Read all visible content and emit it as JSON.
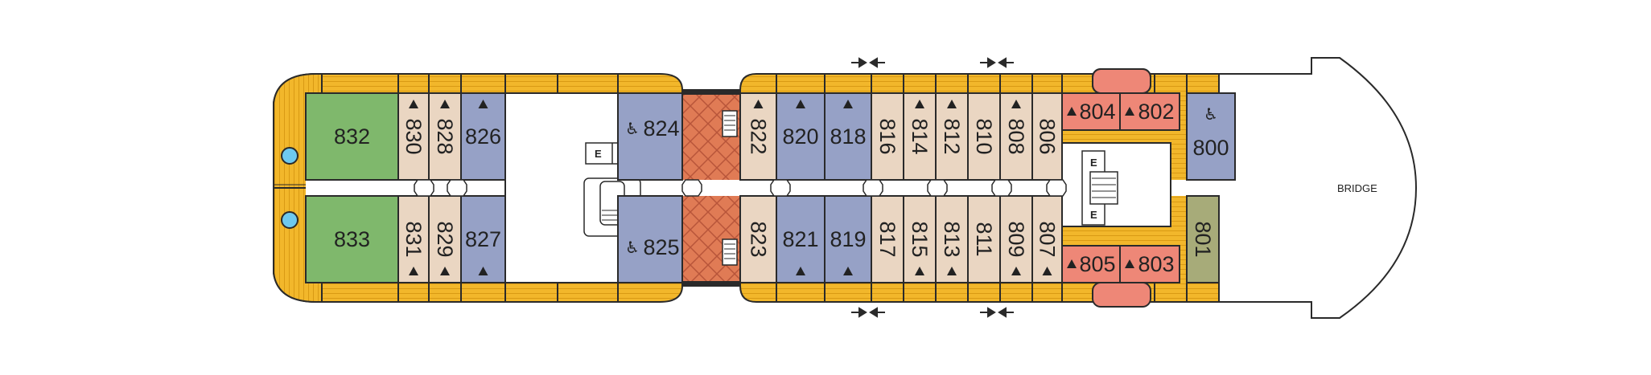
{
  "plan": {
    "bridge_label": "BRIDGE",
    "elevator_label": "E",
    "colors": {
      "beige": "#ead6c2",
      "blue": "#96a1c6",
      "green": "#7fb86c",
      "red": "#ee8777",
      "olive": "#a7ab79",
      "stair_red": "#e07b55",
      "deck_wood": "#f2b72b",
      "outline": "#2a2a2a"
    },
    "cabins": [
      {
        "id": "832",
        "color": "green"
      },
      {
        "id": "833",
        "color": "green"
      },
      {
        "id": "830",
        "color": "beige"
      },
      {
        "id": "828",
        "color": "beige"
      },
      {
        "id": "826",
        "color": "blue"
      },
      {
        "id": "831",
        "color": "beige"
      },
      {
        "id": "829",
        "color": "beige"
      },
      {
        "id": "827",
        "color": "blue"
      },
      {
        "id": "824",
        "color": "blue",
        "accessible": true
      },
      {
        "id": "825",
        "color": "blue",
        "accessible": true
      },
      {
        "id": "822",
        "color": "beige"
      },
      {
        "id": "820",
        "color": "blue"
      },
      {
        "id": "818",
        "color": "blue"
      },
      {
        "id": "816",
        "color": "beige"
      },
      {
        "id": "814",
        "color": "beige"
      },
      {
        "id": "812",
        "color": "beige"
      },
      {
        "id": "810",
        "color": "beige"
      },
      {
        "id": "808",
        "color": "beige"
      },
      {
        "id": "806",
        "color": "beige"
      },
      {
        "id": "823",
        "color": "beige"
      },
      {
        "id": "821",
        "color": "blue"
      },
      {
        "id": "819",
        "color": "blue"
      },
      {
        "id": "817",
        "color": "beige"
      },
      {
        "id": "815",
        "color": "beige"
      },
      {
        "id": "813",
        "color": "beige"
      },
      {
        "id": "811",
        "color": "beige"
      },
      {
        "id": "809",
        "color": "beige"
      },
      {
        "id": "807",
        "color": "beige"
      },
      {
        "id": "804",
        "color": "red"
      },
      {
        "id": "802",
        "color": "red"
      },
      {
        "id": "805",
        "color": "red"
      },
      {
        "id": "803",
        "color": "red"
      },
      {
        "id": "800",
        "color": "blue",
        "accessible": true
      },
      {
        "id": "801",
        "color": "olive"
      }
    ]
  }
}
